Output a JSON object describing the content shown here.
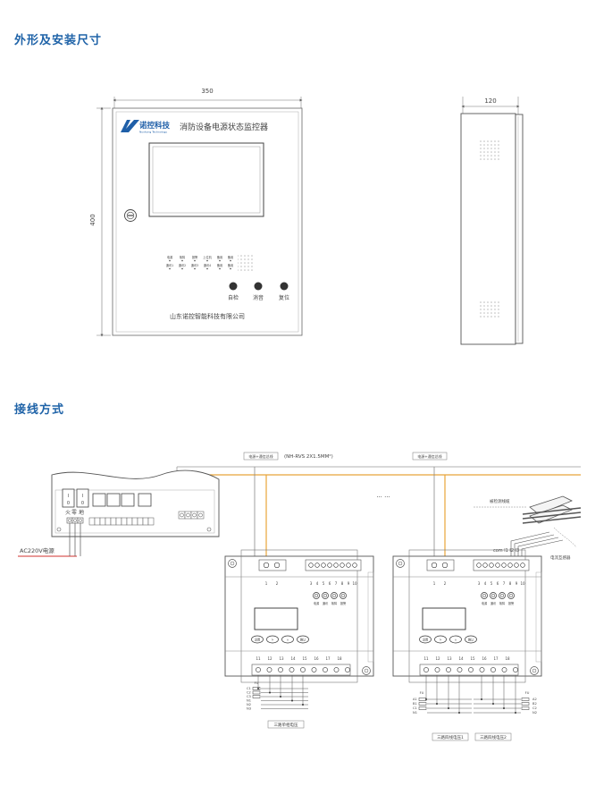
{
  "sections": {
    "dimensions_title": "外形及安装尺寸",
    "wiring_title": "接线方式"
  },
  "front_view": {
    "width_label": "350",
    "height_label": "400",
    "brand_name": "诺控科技",
    "brand_sub": "Nuokong Technology",
    "product_name": "消防设备电源状态监控器",
    "indicator_labels_row1": [
      "电源",
      "故障",
      "报警",
      "上位机",
      "备用",
      "备用"
    ],
    "indicator_labels_row2": [
      "通讯1",
      "通讯2",
      "通讯3",
      "通讯4",
      "备用",
      "备用"
    ],
    "buttons": [
      "自检",
      "消音",
      "复位"
    ],
    "company": "山东诺控智能科技有限公司"
  },
  "side_view": {
    "depth_label": "120"
  },
  "wiring": {
    "bus_label_1": "电源+通信总线",
    "cable_spec": "(NH-RVS 2X1.5MM²)",
    "bus_label_2": "电源+通信总线",
    "ellipsis": "··· ···",
    "panel_labels": [
      "火",
      "零",
      "地"
    ],
    "panel_switch_marks": [
      "I",
      "0"
    ],
    "ac_label": "AC220V电源",
    "transformer_label": "被检测线缆",
    "com_label": "com l1 l2 l3",
    "sensor_label": "电流互感器",
    "module_top_terminals": [
      "1",
      "2",
      "3",
      "4",
      "5",
      "6",
      "7",
      "8",
      "9",
      "10"
    ],
    "module_bottom_terminals": [
      "11",
      "12",
      "13",
      "14",
      "15",
      "16",
      "17",
      "18"
    ],
    "module_status_labels": [
      "电源",
      "通讯",
      "故障",
      "报警"
    ],
    "module_buttons": [
      "设置",
      ">",
      "∧",
      "确认"
    ],
    "left_phase_labels": [
      "C1",
      "C2",
      "C3",
      "N1",
      "N2",
      "N3"
    ],
    "left_fuse_label": "FU",
    "left_box_label": "三路单相电压",
    "right_phase_labels_left": [
      "A1",
      "B1",
      "C1",
      "N1"
    ],
    "right_phase_labels_right": [
      "A2",
      "B2",
      "C2",
      "N2"
    ],
    "right_fuse_label": "FU",
    "right_box_label_1": "三路四线电压1",
    "right_box_label_2": "三路四线电压2"
  },
  "colors": {
    "title": "#1f63a8",
    "bus_orange": "#e8a53a",
    "ac_red": "#d0322c",
    "line": "#555555",
    "brand": "#1f5fa8"
  }
}
